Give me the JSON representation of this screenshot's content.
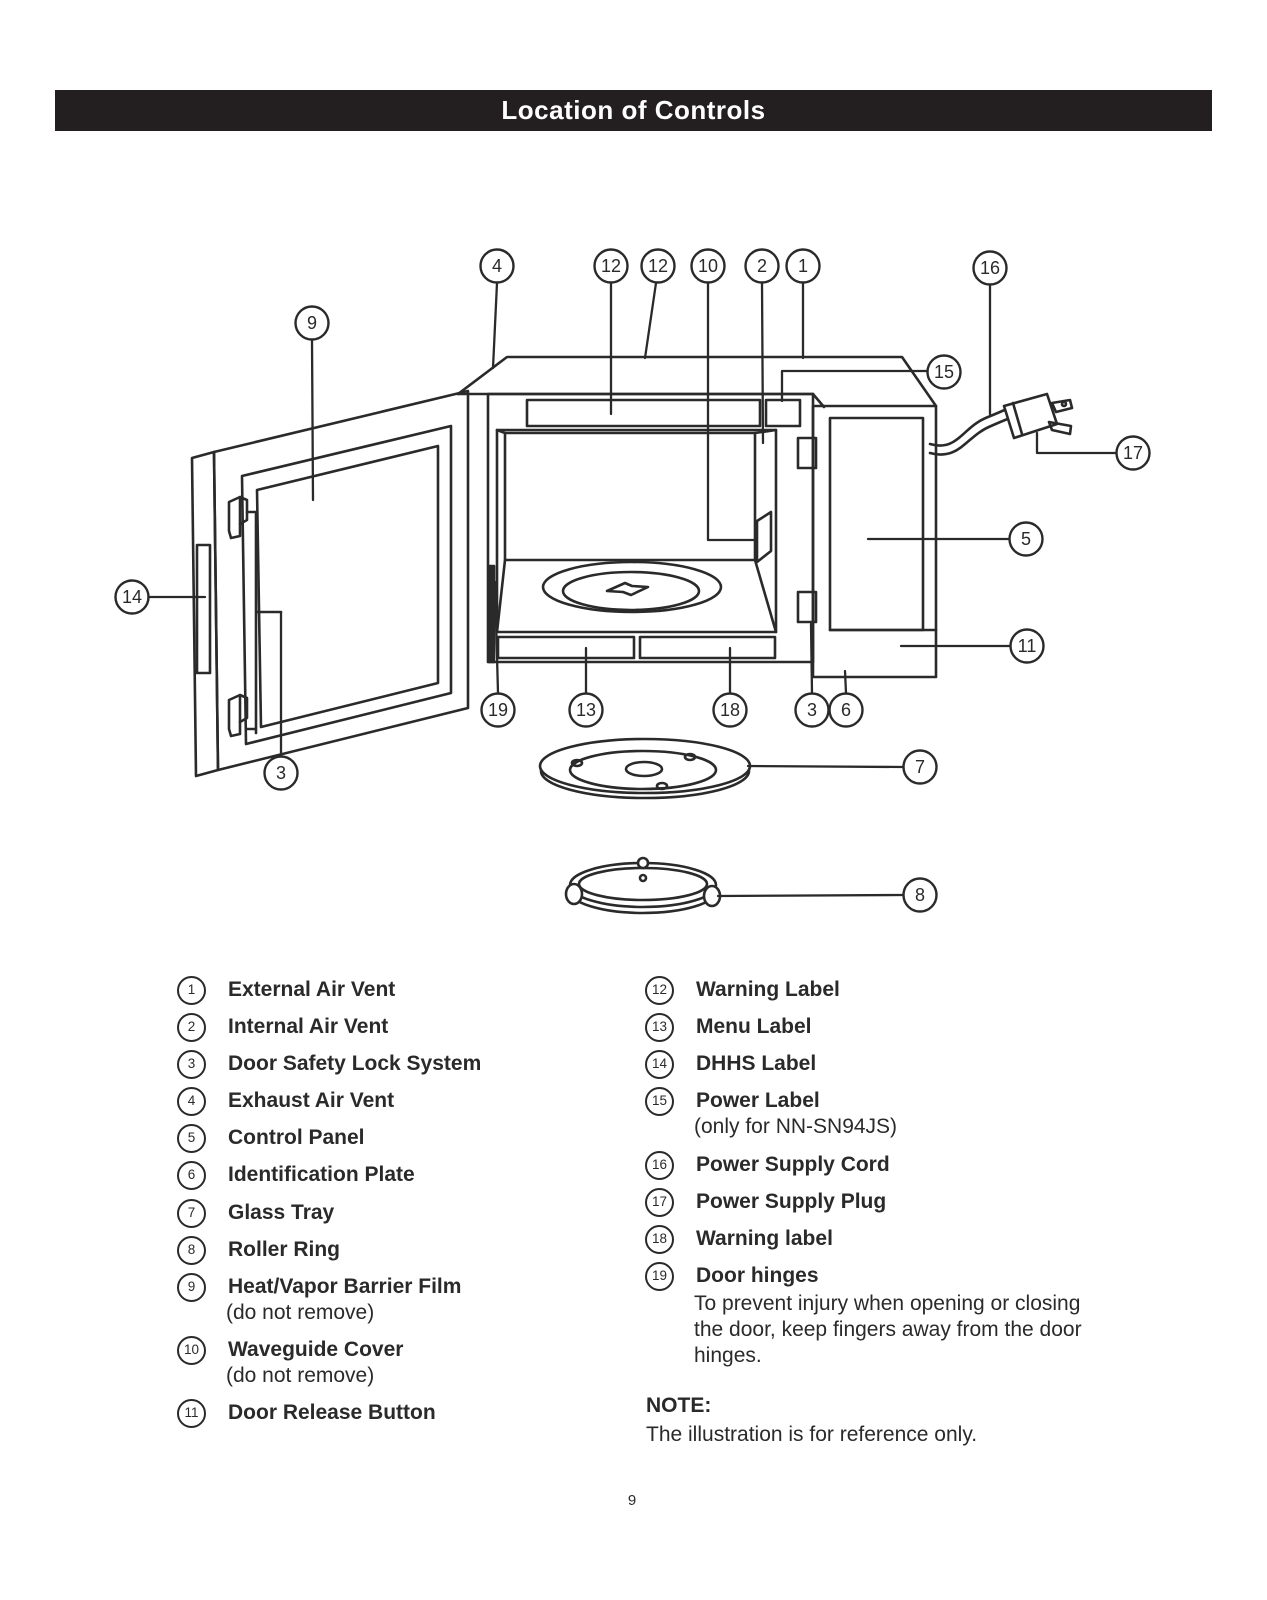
{
  "header": {
    "title": "Location of Controls"
  },
  "page_number": "9",
  "diagram": {
    "callouts": {
      "c1": "1",
      "c2": "2",
      "c3l": "3",
      "c3r": "3",
      "c4": "4",
      "c5": "5",
      "c6": "6",
      "c7": "7",
      "c8": "8",
      "c9": "9",
      "c10": "10",
      "c11": "11",
      "c12a": "12",
      "c12b": "12",
      "c13": "13",
      "c14": "14",
      "c15": "15",
      "c16": "16",
      "c17": "17",
      "c18": "18",
      "c19": "19"
    }
  },
  "legend": {
    "left": [
      {
        "num": "1",
        "label": "External Air Vent"
      },
      {
        "num": "2",
        "label": "Internal Air Vent"
      },
      {
        "num": "3",
        "label": "Door Safety Lock System"
      },
      {
        "num": "4",
        "label": "Exhaust Air Vent"
      },
      {
        "num": "5",
        "label": "Control Panel"
      },
      {
        "num": "6",
        "label": "Identification Plate"
      },
      {
        "num": "7",
        "label": "Glass Tray"
      },
      {
        "num": "8",
        "label": "Roller Ring"
      },
      {
        "num": "9",
        "label": "Heat/Vapor Barrier Film",
        "sub": "(do not remove)"
      },
      {
        "num": "10",
        "label": "Waveguide Cover",
        "sub": "(do not remove)"
      },
      {
        "num": "11",
        "label": "Door Release Button"
      }
    ],
    "right": [
      {
        "num": "12",
        "label": "Warning Label"
      },
      {
        "num": "13",
        "label": "Menu Label"
      },
      {
        "num": "14",
        "label": "DHHS Label"
      },
      {
        "num": "15",
        "label": "Power Label",
        "sub": "(only for NN-SN94JS)"
      },
      {
        "num": "16",
        "label": "Power Supply Cord"
      },
      {
        "num": "17",
        "label": "Power Supply Plug"
      },
      {
        "num": "18",
        "label": "Warning label"
      },
      {
        "num": "19",
        "label": "Door hinges",
        "desc": "To prevent injury when opening or closing the door, keep fingers away from the door hinges."
      }
    ],
    "note_title": "NOTE:",
    "note_text": "The illustration is for reference only."
  }
}
